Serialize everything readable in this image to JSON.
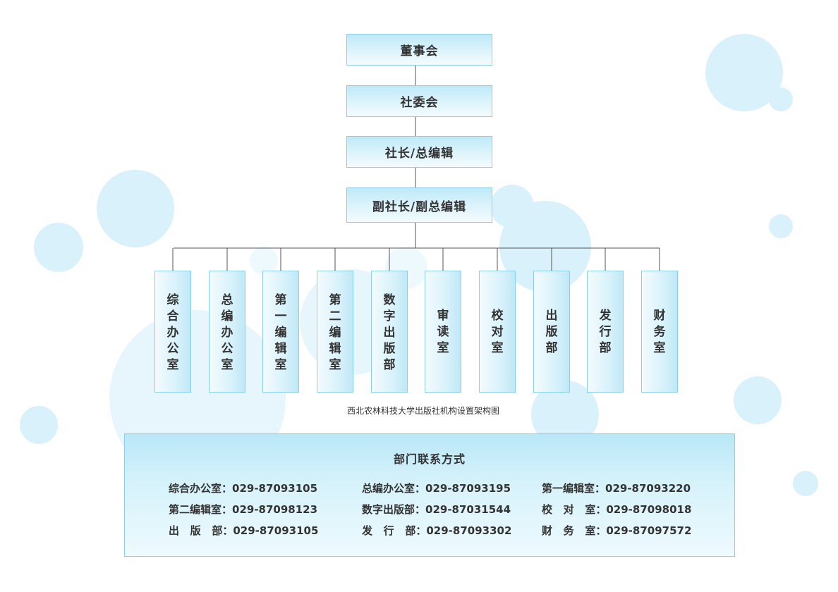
{
  "org_chart": {
    "levels": [
      "董事会",
      "社委会",
      "社长/总编辑",
      "副社长/副总编辑"
    ],
    "departments": [
      "综合办公室",
      "总编办公室",
      "第一编辑室",
      "第二编辑室",
      "数字出版部",
      "审读室",
      "校对室",
      "出版部",
      "发行部",
      "财务室"
    ],
    "caption": "西北农林科技大学出版社机构设置架构图"
  },
  "contact": {
    "title": "部门联系方式",
    "entries": [
      {
        "name": "综合办公室：",
        "phone": "029-87093105"
      },
      {
        "name": "总编办公室：",
        "phone": "029-87093195"
      },
      {
        "name": "第一编辑室：",
        "phone": "029-87093220"
      },
      {
        "name": "第二编辑室：",
        "phone": "029-87098123"
      },
      {
        "name": "数字出版部：",
        "phone": "029-87031544"
      },
      {
        "name": "校   对   室：",
        "phone": "029-87098018"
      },
      {
        "name": "出   版   部：",
        "phone": "029-87093105"
      },
      {
        "name": "发   行   部：",
        "phone": "029-87093302"
      },
      {
        "name": "财   务   室：",
        "phone": "029-87097572"
      }
    ]
  },
  "colors": {
    "box_border": "#8ccfe6",
    "box_fill": "#bfe9f8",
    "bubble": "#d9f1fa",
    "line": "#555555"
  }
}
